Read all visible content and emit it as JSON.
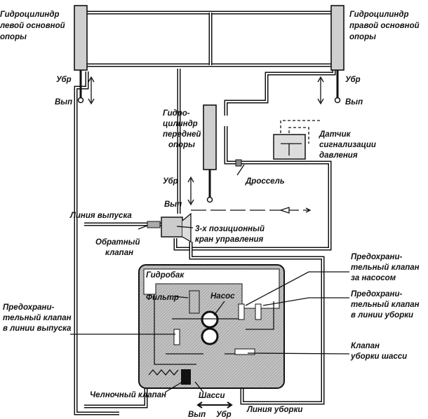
{
  "labels": {
    "left_cylinder": [
      "Гидроцилиндр",
      "левой основной",
      "опоры"
    ],
    "right_cylinder": [
      "Гидроцилиндр",
      "правой основной",
      "опоры"
    ],
    "left_retract": "Убр",
    "left_extend": "Вып",
    "right_retract": "Убр",
    "right_extend": "Вып",
    "nose_cylinder": [
      "Гидро-",
      "цилиндр",
      "передней",
      "опоры"
    ],
    "pressure_sensor": [
      "Датчик",
      "сигнализации",
      "давления"
    ],
    "throttle": "Дроссель",
    "nose_retract": "Убр",
    "nose_extend": "Вып",
    "extend_line": "Линия выпуска",
    "control_valve": [
      "3-х позиционный",
      "кран управления"
    ],
    "check_valve": [
      "Обратный",
      "клапан"
    ],
    "tank": "Гидробак",
    "filter": "Фильтр",
    "pump": "Насос",
    "relief_pump": [
      "Предохрани-",
      "тельный клапан",
      "за насосом"
    ],
    "relief_retract": [
      "Предохрани-",
      "тельный клапан",
      "в линии уборки"
    ],
    "relief_extend": [
      "Предохрани-",
      "тельный клапан",
      "в линии выпуска"
    ],
    "gear_retract_valve": [
      "Клапан",
      "уборки шасси"
    ],
    "shuttle_valve": "Челночный клапан",
    "gear": "Шасси",
    "gear_extend": "Вып",
    "gear_retract": "Убр",
    "retract_line": "Линия уборки"
  },
  "colors": {
    "line": "#111111",
    "tank_fill": "#b8b8b8",
    "cylinder_fill": "#cfcfcf"
  }
}
